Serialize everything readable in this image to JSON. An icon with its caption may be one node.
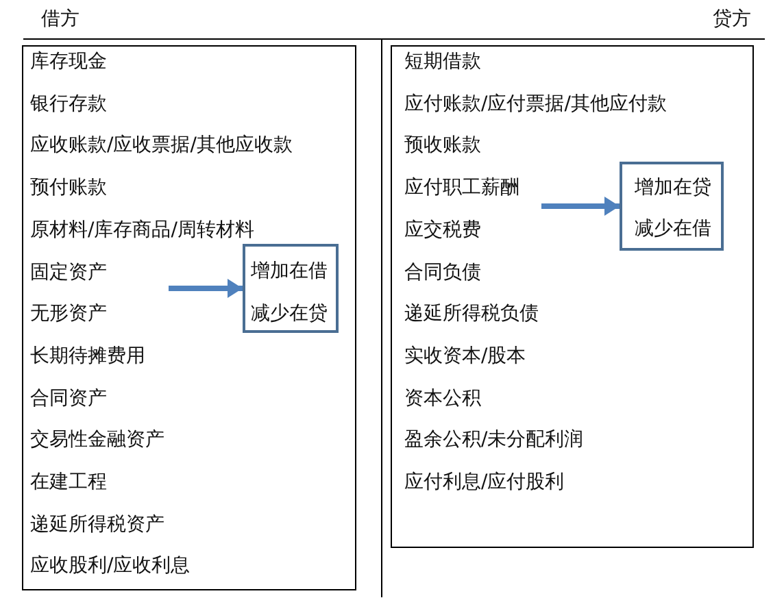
{
  "diagram": {
    "nodes": [
      {
        "text": [
          "库存现金",
          "银行存款",
          "应收账款/应收票据/其他应收款",
          "预付账款",
          "原材料/库存商品/周转材料",
          "固定资产",
          "无形资产",
          "长期待摊费用",
          "合同资产",
          "交易性金融资产",
          "在建工程",
          "递延所得税资产",
          "应收股利/应收利息"
        ]
      },
      {
        "text": [
          "增加在借",
          "减少在贷"
        ],
        "in": 0
      },
      {
        "text": [
          "短期借款",
          "应付账款/应付票据/其他应付款",
          "预收账款",
          "应付职工薪酬",
          "应交税费",
          "合同负债",
          "递延所得税负债",
          "实收资本/股本",
          "资本公积",
          "盈余公积/未分配利润",
          "应付利息/应付股利"
        ]
      },
      {
        "text": [
          "增加在贷",
          "减少在借"
        ],
        "in": 2
      }
    ],
    "edges": [
      {
        "from": null,
        "to": 1,
        "arrow": "to"
      },
      {
        "from": null,
        "to": 3,
        "arrow": "to"
      }
    ],
    "labels": [
      "借方",
      "贷方"
    ]
  }
}
